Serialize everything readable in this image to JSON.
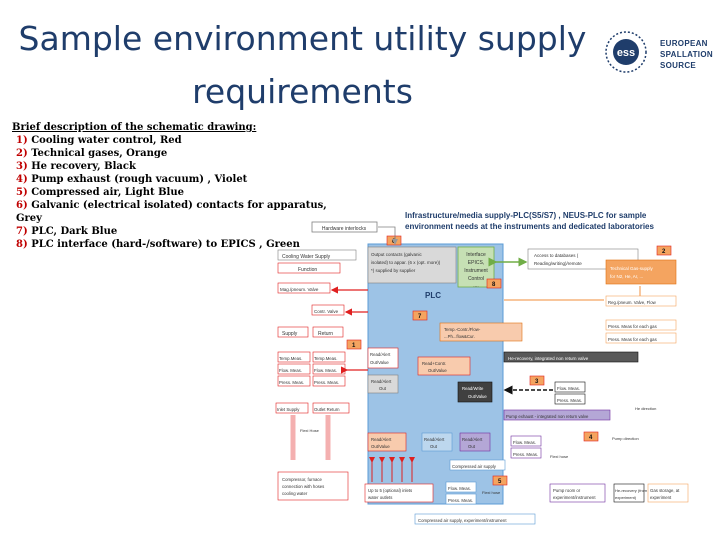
{
  "slide": {
    "title_line1": "Sample environment utility supply",
    "title_line2": "requirements"
  },
  "logo": {
    "mark": "ess",
    "line1": "EUROPEAN",
    "line2": "SPALLATION",
    "line3": "SOURCE"
  },
  "description": {
    "heading": "Brief description of the schematic drawing:",
    "items": [
      {
        "num": "1)",
        "text": "Cooling water control, Red"
      },
      {
        "num": "2)",
        "text": "Technical gases, Orange"
      },
      {
        "num": "3)",
        "text": "He recovery, Black"
      },
      {
        "num": "4)",
        "text": "Pump exhaust (rough vacuum) , Violet"
      },
      {
        "num": "5)",
        "text": "Compressed air, Light Blue"
      },
      {
        "num": "6)",
        "text": "Galvanic (electrical isolated) contacts for apparatus, Grey"
      },
      {
        "num": "7)",
        "text": "PLC, Dark Blue"
      },
      {
        "num": "8)",
        "text": "PLC interface (hard-/software) to EPICS , Green"
      }
    ]
  },
  "infrastructure": {
    "title": "Infrastructure/media supply-PLC(S5/S7) , NEUS-PLC for sample",
    "subtitle": "environment needs at the instruments and dedicated laboratories"
  },
  "diagram": {
    "hardware_interlocks": "Hardware interlocks",
    "plc": "PLC",
    "output_contacts_1": "Output contacts (galvanic",
    "output_contacts_2": "isolated) to appar. (6 x (opt. more))",
    "output_contacts_3": "*) supplied by supplier",
    "interface_1": "Interface",
    "interface_2": "EPICS,",
    "interface_3": "Instrument",
    "interface_4": "Control",
    "interface_5": "....",
    "access_1": "Access to databases (",
    "access_2": "Reading/writing)/remote",
    "cw_supply": "Cooling Water Supply",
    "function": "Function",
    "mag_pressure_valve": "Mag./pneum. Valve",
    "contr_valve": "Contr. Valve",
    "supply": "Supply",
    "return": "Return",
    "temp_meas": "Temp.Meas.",
    "flow_meas": "Flow. Meas.",
    "press_meas": "Press. Meas.",
    "inlet_supply": "Inlet Supply",
    "outlet_return": "Outlet Return",
    "read_alert_out_1": "Read/Alert",
    "read_alert_out_2": "Out/Value",
    "read_contr": "Read+Contr.",
    "read_contr_2": "Out/Value",
    "read_alert": "Read/Alert",
    "out": "Out",
    "read_alert_2": "Read/Alert",
    "out_2": "Out",
    "technical_gas_1": "Technical Gas-supply",
    "technical_gas_2": "for N2, He, Ar, ...",
    "reg_pneum": "Reg./pneum. Valve, Flow",
    "press_meas_each_gas": "Press. Meas for each gas",
    "press_meas_for_each_gas": "Press. Meas for each gas",
    "he_recovery": "He-recovery, integrated non return valve",
    "flow_meas2": "Flow. Meas.",
    "press_meas2": "Press. Meas.",
    "pump_exhaust": "Pump exhaust - integrated non return valve",
    "tec_cond_1": "Temp.-Contr./Flow-",
    "tec_cond_2": "...Ph...flow&Cur.",
    "read_write": "Read/Write",
    "out_value": "Out/Value",
    "read_alert_p": "Read/Alert",
    "out_p": "Out",
    "read_alert_v": "Read/Alert",
    "out_v": "Out",
    "flow_meas3": "Flow. Meas.",
    "press_meas3": "Press. Meas.",
    "compressed_air": "Compressed air supply",
    "flow_meas4": "Flow. Meas.",
    "press_meas4": "Press. Meas.",
    "flow_meas5": "Flow. Meas.",
    "press_meas5": "Press. Meas.",
    "flexi_hose": "Flexi Hose",
    "flexi_hose2": "Flexi hose",
    "he_direction": "He direction",
    "flexi_hose3": "Flexi hose",
    "pump_direction": "Pump direction",
    "compressor_1": "Compressor, furnace",
    "compressor_2": "connection with hoses",
    "compressor_3": "cooling water",
    "up_to_1": "Up to 5 (optional) inlets",
    "up_to_2": "water outlets",
    "pump_1": "Pump room or",
    "pump_2": "experiment/instrument",
    "he_return_1": "He-recovery (from",
    "he_return_2": "experiment)",
    "gas_storage_1": "Gas storage, at",
    "gas_storage_2": "experiment",
    "compressed_air_exp": "Compressed air supply, experiment/instrument",
    "labels": [
      "6",
      "2",
      "8",
      "7",
      "1",
      "3",
      "4",
      "5"
    ],
    "colors": {
      "plc_blue": "#9dc3e6",
      "red": "#e02020",
      "orange": "#f4a460",
      "violet": "#7030a0",
      "black": "#111111",
      "green": "#70ad47",
      "light_blue": "#5b9bd5",
      "grey": "#808080",
      "dark_blue": "#1f3d6b"
    }
  }
}
